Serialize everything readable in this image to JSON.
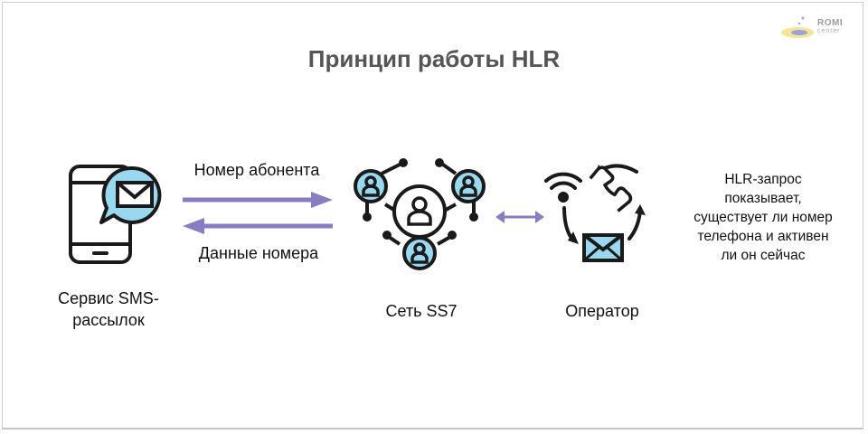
{
  "title": "Принцип работы HLR",
  "logo": {
    "name": "ROMI",
    "sub": "center"
  },
  "nodes": {
    "sms_service": {
      "label_line1": "Сервис SMS-",
      "label_line2": "рассылок",
      "icon": "smartphone-message-icon"
    },
    "ss7": {
      "label": "Сеть SS7",
      "icon": "network-users-icon"
    },
    "operator": {
      "label": "Оператор",
      "icon": "operator-cycle-icon"
    }
  },
  "arrows": {
    "request_label": "Номер абонента",
    "response_label": "Данные номера"
  },
  "note": {
    "lines": [
      "HLR-запрос",
      "показывает,",
      "существует ли номер",
      "телефона и активен",
      "ли он сейчас"
    ]
  },
  "colors": {
    "accent": "#8a7cc0",
    "icon_fill": "#9ad8f0",
    "stroke": "#1a1a1a",
    "title": "#555555"
  }
}
